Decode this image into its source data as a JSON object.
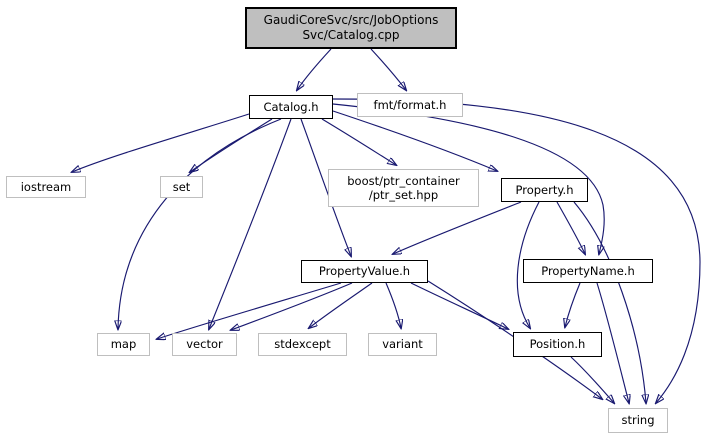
{
  "diagram": {
    "title": "Include dependency graph for GaudiCoreSvc/src/JobOptionsSvc/Catalog.cpp",
    "colors": {
      "edge": "#191970",
      "main_node_fill": "#bfbfbf",
      "linked_node_border": "#000000",
      "leaf_node_border": "#bfbfbf",
      "node_fill": "#ffffff",
      "text": "#000000",
      "background": "#ffffff"
    },
    "nodes": [
      {
        "id": "catalog-cpp",
        "label": "GaudiCoreSvc/src/JobOptions\nSvc/Catalog.cpp",
        "kind": "main"
      },
      {
        "id": "catalog-h",
        "label": "Catalog.h",
        "kind": "linked"
      },
      {
        "id": "fmt-format-h",
        "label": "fmt/format.h",
        "kind": "leaf"
      },
      {
        "id": "iostream",
        "label": "iostream",
        "kind": "leaf"
      },
      {
        "id": "set",
        "label": "set",
        "kind": "leaf"
      },
      {
        "id": "boost-ptr-set",
        "label": "boost/ptr_container\n/ptr_set.hpp",
        "kind": "leaf"
      },
      {
        "id": "property-h",
        "label": "Property.h",
        "kind": "linked"
      },
      {
        "id": "property-value-h",
        "label": "PropertyValue.h",
        "kind": "linked"
      },
      {
        "id": "property-name-h",
        "label": "PropertyName.h",
        "kind": "linked"
      },
      {
        "id": "map",
        "label": "map",
        "kind": "leaf"
      },
      {
        "id": "vector",
        "label": "vector",
        "kind": "leaf"
      },
      {
        "id": "stdexcept",
        "label": "stdexcept",
        "kind": "leaf"
      },
      {
        "id": "variant",
        "label": "variant",
        "kind": "leaf"
      },
      {
        "id": "position-h",
        "label": "Position.h",
        "kind": "linked"
      },
      {
        "id": "string",
        "label": "string",
        "kind": "leaf"
      }
    ],
    "edges": [
      {
        "from": "catalog-cpp",
        "to": "catalog-h"
      },
      {
        "from": "catalog-cpp",
        "to": "fmt-format-h"
      },
      {
        "from": "catalog-h",
        "to": "iostream"
      },
      {
        "from": "catalog-h",
        "to": "set"
      },
      {
        "from": "catalog-h",
        "to": "map"
      },
      {
        "from": "catalog-h",
        "to": "vector"
      },
      {
        "from": "catalog-h",
        "to": "property-value-h"
      },
      {
        "from": "catalog-h",
        "to": "boost-ptr-set"
      },
      {
        "from": "catalog-h",
        "to": "property-h"
      },
      {
        "from": "catalog-h",
        "to": "property-name-h"
      },
      {
        "from": "catalog-h",
        "to": "string"
      },
      {
        "from": "property-h",
        "to": "property-value-h"
      },
      {
        "from": "property-h",
        "to": "property-name-h"
      },
      {
        "from": "property-h",
        "to": "position-h"
      },
      {
        "from": "property-h",
        "to": "string"
      },
      {
        "from": "property-value-h",
        "to": "map"
      },
      {
        "from": "property-value-h",
        "to": "vector"
      },
      {
        "from": "property-value-h",
        "to": "stdexcept"
      },
      {
        "from": "property-value-h",
        "to": "variant"
      },
      {
        "from": "property-value-h",
        "to": "position-h"
      },
      {
        "from": "property-value-h",
        "to": "string"
      },
      {
        "from": "property-name-h",
        "to": "position-h"
      },
      {
        "from": "property-name-h",
        "to": "string"
      },
      {
        "from": "position-h",
        "to": "string"
      }
    ]
  }
}
